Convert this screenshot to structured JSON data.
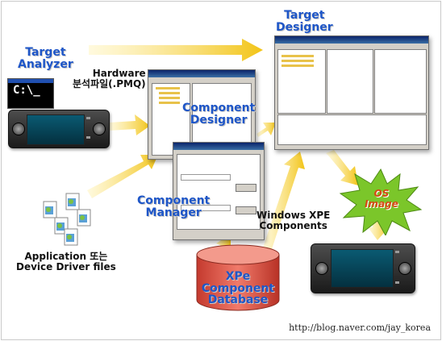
{
  "labels": {
    "target_analyzer_1": "Target",
    "target_analyzer_2": "Analyzer",
    "hardware_1": "Hardware",
    "hardware_2": "분석파일(.PMQ)",
    "target_designer_1": "Target",
    "target_designer_2": "Designer",
    "component_designer_1": "Component",
    "component_designer_2": "Designer",
    "component_manager_1": "Component",
    "component_manager_2": "Manager",
    "windows_xpe_1": "Windows XPE",
    "windows_xpe_2": "Components",
    "os_image_1": "OS",
    "os_image_2": "Image",
    "application_1": "Application 또는",
    "application_2": "Device Driver files",
    "database_1": "XPe",
    "database_2": "Component",
    "database_3": "Database",
    "cmd_prompt": "C:\\_"
  },
  "footer": {
    "url": "http://blog.naver.com/jay_korea"
  },
  "colors": {
    "label_blue": "#1e56c8",
    "arrow_yellow": "#f2c417",
    "database_red": "#e0584a",
    "starburst_green": "#7bc62a",
    "os_image_text": "#d44a12"
  }
}
